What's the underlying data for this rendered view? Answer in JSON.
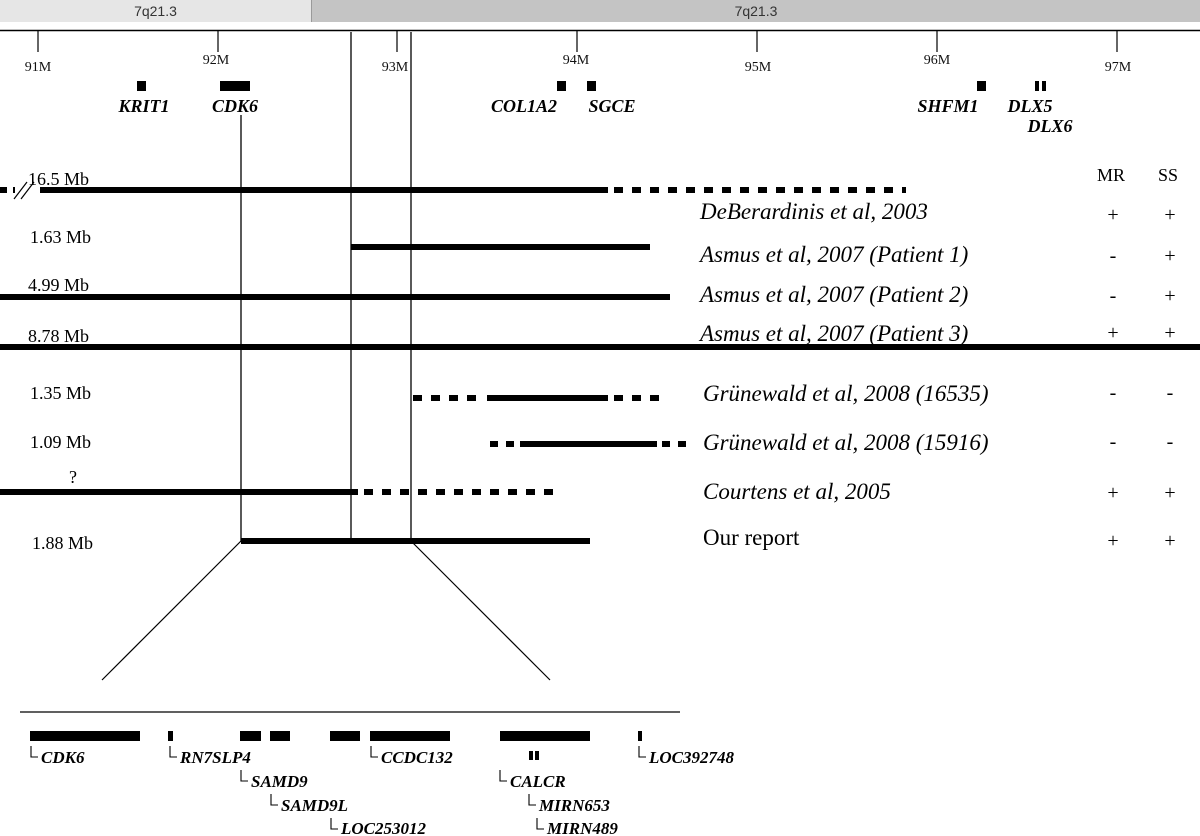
{
  "bands": {
    "left": "7q21.3",
    "right": "7q21.3"
  },
  "axis_ticks": [
    "91M",
    "92M",
    "93M",
    "94M",
    "95M",
    "96M",
    "97M"
  ],
  "top_genes": {
    "krit1": "KRIT1",
    "cdk6": "CDK6",
    "col1a2": "COL1A2",
    "sgce": "SGCE",
    "shfm1": "SHFM1",
    "dlx5": "DLX5",
    "dlx6": "DLX6"
  },
  "columns": {
    "mr": "MR",
    "ss": "SS"
  },
  "rows": [
    {
      "size": "16.5 Mb",
      "reference": "DeBerardinis et al, 2003",
      "mr": "+",
      "ss": "+"
    },
    {
      "size": "1.63 Mb",
      "reference": "Asmus et al, 2007 (Patient 1)",
      "mr": "-",
      "ss": "+"
    },
    {
      "size": "4.99 Mb",
      "reference": "Asmus et al, 2007 (Patient 2)",
      "mr": "-",
      "ss": "+"
    },
    {
      "size": "8.78 Mb",
      "reference": "Asmus et al, 2007 (Patient 3)",
      "mr": "+",
      "ss": "+"
    },
    {
      "size": "1.35 Mb",
      "reference": "Grünewald et al, 2008 (16535)",
      "mr": "-",
      "ss": "-"
    },
    {
      "size": "1.09 Mb",
      "reference": "Grünewald et al, 2008 (15916)",
      "mr": "-",
      "ss": "-"
    },
    {
      "size": "?",
      "reference": "Courtens et al, 2005",
      "mr": "+",
      "ss": "+"
    },
    {
      "size": "1.88 Mb",
      "reference": "Our report",
      "mr": "+",
      "ss": "+"
    }
  ],
  "bottom_genes": {
    "cdk6": "CDK6",
    "rn7slp4": "RN7SLP4",
    "samd9": "SAMD9",
    "samd9l": "SAMD9L",
    "loc253012": "LOC253012",
    "ccdc132": "CCDC132",
    "calcr": "CALCR",
    "mirn653": "MIRN653",
    "mirn489": "MIRN489",
    "loc392748": "LOC392748"
  }
}
